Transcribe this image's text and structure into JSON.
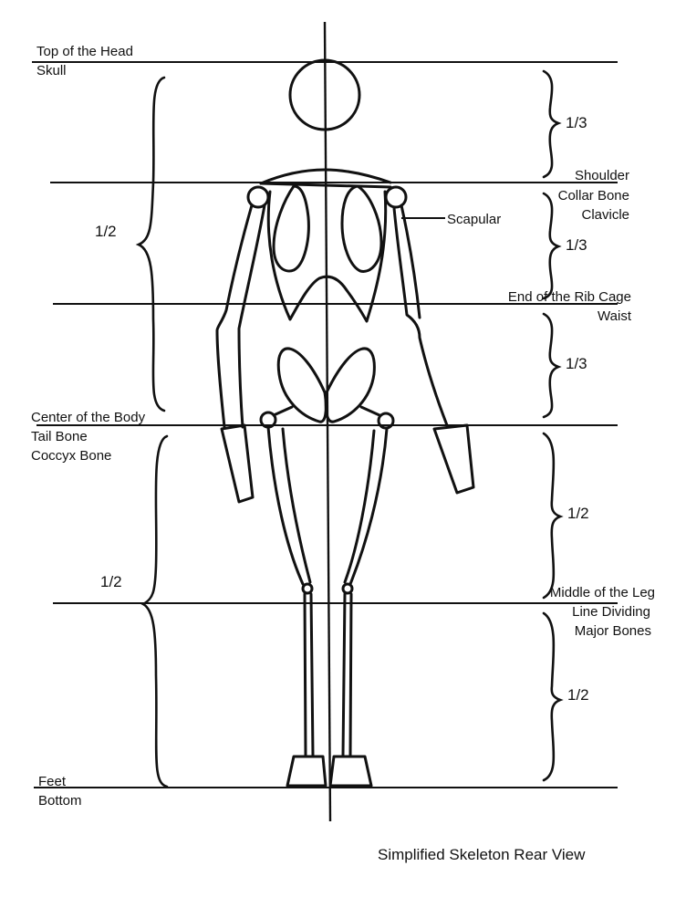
{
  "labels": {
    "top_of_head": "Top of the Head",
    "skull": "Skull",
    "shoulder": "Shoulder",
    "collar_bone": "Collar Bone",
    "clavicle": "Clavicle",
    "scapular": "Scapular",
    "end_rib_cage": "End of the Rib Cage",
    "waist": "Waist",
    "center_body": "Center of the Body",
    "tail_bone": "Tail Bone",
    "coccyx_bone": "Coccyx Bone",
    "middle_leg": "Middle of the Leg",
    "line_dividing": "Line Dividing",
    "major_bones": "Major Bones",
    "feet": "Feet",
    "bottom": "Bottom"
  },
  "fractions": {
    "left_upper": "1/2",
    "left_lower": "1/2",
    "right_head": "1/3",
    "right_chest": "1/3",
    "right_waist": "1/3",
    "right_upper_leg": "1/2",
    "right_lower_leg": "1/2"
  },
  "caption": "Simplified Skeleton Rear View"
}
